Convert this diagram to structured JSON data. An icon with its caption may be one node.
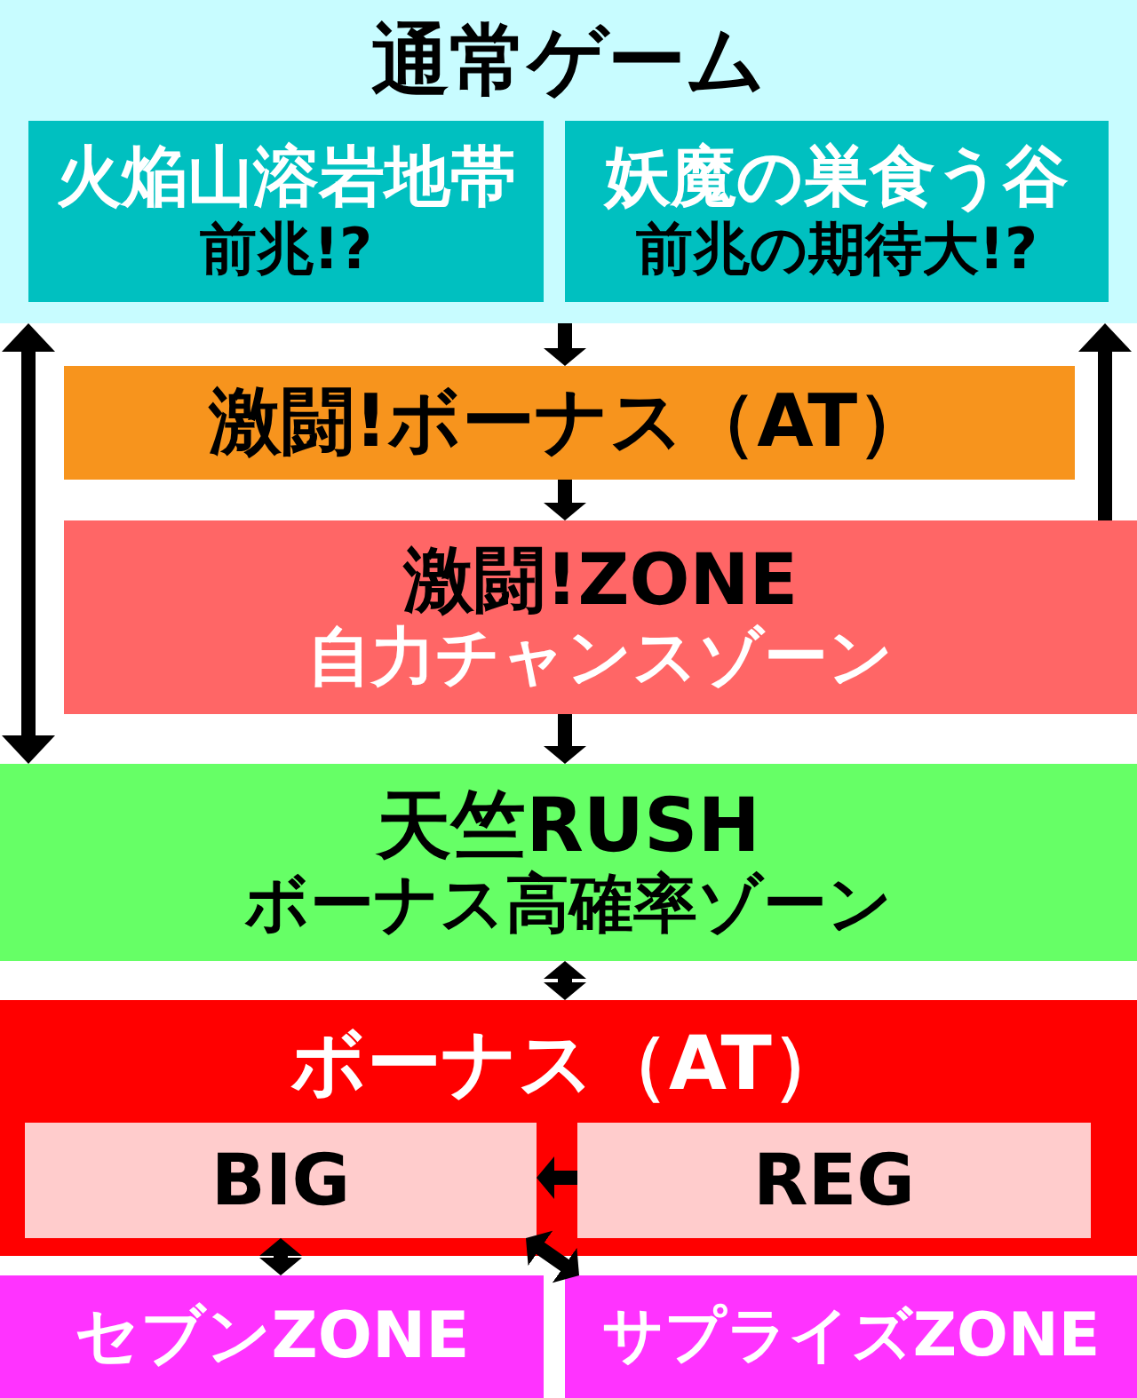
{
  "diagram": {
    "nodes": [
      {
        "text": [
          "通常ゲーム"
        ]
      },
      {
        "text": [
          "火焔山溶岩地帯",
          "前兆!?"
        ],
        "in": 0
      },
      {
        "text": [
          "妖魔の巣食う谷",
          "前兆の期待大!?"
        ],
        "in": 0
      },
      {
        "text": [
          "激闘!ボーナス（AT）"
        ]
      },
      {
        "text": [
          "激闘!ZONE",
          "自力チャンスゾーン"
        ]
      },
      {
        "text": [
          "天竺RUSH",
          "ボーナス高確率ゾーン"
        ]
      },
      {
        "text": [
          "ボーナス（AT）"
        ]
      },
      {
        "text": [
          "BIG"
        ],
        "in": 6
      },
      {
        "text": [
          "REG"
        ],
        "in": 6
      },
      {
        "text": [
          "セブンZONE"
        ]
      },
      {
        "text": [
          "サプライズZONE"
        ]
      }
    ],
    "edges": [
      {
        "from": 0,
        "to": 3,
        "arrow": "to"
      },
      {
        "from": 3,
        "to": 4,
        "arrow": "to"
      },
      {
        "from": 4,
        "to": 5,
        "arrow": "to"
      },
      {
        "from": 0,
        "to": 5,
        "arrow": "both"
      },
      {
        "from": 4,
        "to": 0,
        "arrow": "to"
      },
      {
        "from": 5,
        "to": 6,
        "arrow": "both"
      },
      {
        "from": 8,
        "to": 7,
        "arrow": "to"
      },
      {
        "from": 7,
        "to": 9,
        "arrow": "both"
      },
      {
        "from": 7,
        "to": 10,
        "arrow": "both"
      }
    ]
  }
}
